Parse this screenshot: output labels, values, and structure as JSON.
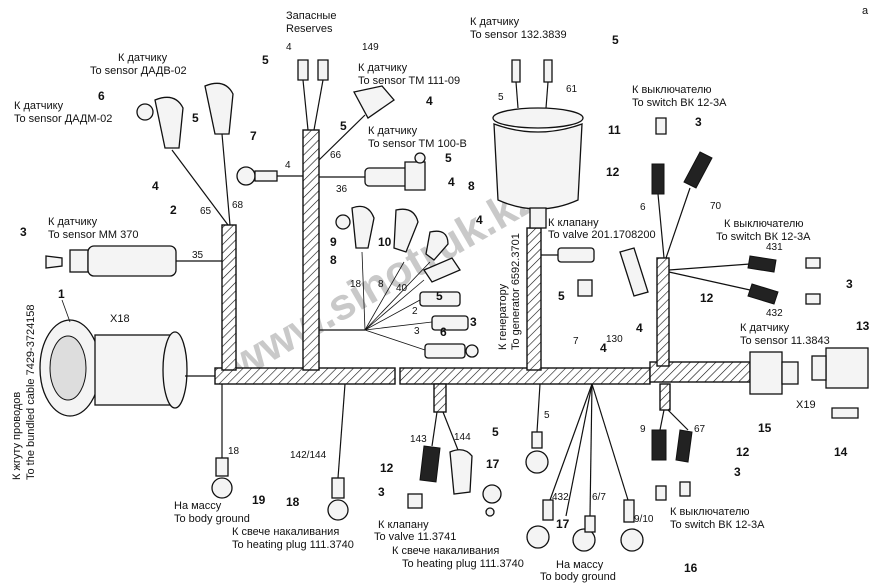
{
  "watermark": "www.sinotruk.kz",
  "corner_mark": "a",
  "labels": {
    "reserves_ru": "Запасные",
    "reserves_en": "Reserves",
    "sensor_132_ru": "К датчику",
    "sensor_132_en": "To sensor 132.3839",
    "dadv_ru": "К датчику",
    "dadv_en": "To sensor ДАДВ-02",
    "tm111_ru": "К датчику",
    "tm111_en": "To sensor TM 111-09",
    "dadm_ru": "К датчику",
    "dadm_en": "To sensor ДАДМ-02",
    "tm100_ru": "К датчику",
    "tm100_en": "To sensor TM 100-B",
    "switch_top_ru": "К выключателю",
    "switch_top_en": "To switch ВК 12-3А",
    "switch_mid_ru": "К выключателю",
    "switch_mid_en": "To switch ВК 12-3А",
    "mm370_ru": "К датчику",
    "mm370_en": "To sensor MM 370",
    "valve_top_ru": "К клапану",
    "valve_top_en": "To valve 201.1708200",
    "generator_ru": "К генератору",
    "generator_en": "To generator 6592.3701",
    "sensor_11_ru": "К датчику",
    "sensor_11_en": "To sensor 11.3843",
    "bundle_ru": "К жгуту проводов",
    "bundle_en": "To the bundled cable 7429-3724158",
    "ground_left_ru": "На массу",
    "ground_left_en": "To body ground",
    "plug_left_ru": "К свече накаливания",
    "plug_left_en": "To heating plug 111.3740",
    "valve_bottom_ru": "К клапану",
    "valve_bottom_en": "To valve 11.3741",
    "plug_bottom_ru": "К свече накаливания",
    "plug_bottom_en": "To heating plug 111.3740",
    "ground_bottom_ru": "На массу",
    "ground_bottom_en": "To body ground",
    "switch_bottom_ru": "К выключателю",
    "switch_bottom_en": "To switch ВК 12-3А",
    "x18": "X18",
    "x19": "X19"
  },
  "wire_numbers": {
    "w4_top": "4",
    "w149": "149",
    "w5_sensor": "5",
    "w61": "61",
    "w66": "66",
    "w4_mid": "4",
    "w36": "36",
    "w65": "65",
    "w68": "68",
    "w35": "35",
    "w18_mid": "18",
    "w8": "8",
    "w40": "40",
    "w2": "2",
    "w3": "3",
    "w6": "6",
    "w70": "70",
    "w431": "431",
    "w432_right": "432",
    "w7": "7",
    "w130": "130",
    "w5_low": "5",
    "w9": "9",
    "w67": "67",
    "w18_low": "18",
    "w142_144": "142/144",
    "w143": "143",
    "w144": "144",
    "w432_low": "432",
    "w6_7": "6/7",
    "w9_10": "9/10"
  },
  "callouts": {
    "c1": "1",
    "c2": "2",
    "c3a": "3",
    "c3b": "3",
    "c3c": "3",
    "c3d": "3",
    "c3e": "3",
    "c4a": "4",
    "c4b": "4",
    "c4c": "4",
    "c4d": "4",
    "c4e": "4",
    "c4f": "4",
    "c5a": "5",
    "c5b": "5",
    "c5c": "5",
    "c5d": "5",
    "c5e": "5",
    "c5f": "5",
    "c5g": "5",
    "c5h": "5",
    "c6a": "6",
    "c6b": "6",
    "c7": "7",
    "c8a": "8",
    "c8b": "8",
    "c9": "9",
    "c10": "10",
    "c11": "11",
    "c12a": "12",
    "c12b": "12",
    "c12c": "12",
    "c12d": "12",
    "c13": "13",
    "c14": "14",
    "c15": "15",
    "c16": "16",
    "c17a": "17",
    "c17b": "17",
    "c18": "18",
    "c19": "19"
  }
}
